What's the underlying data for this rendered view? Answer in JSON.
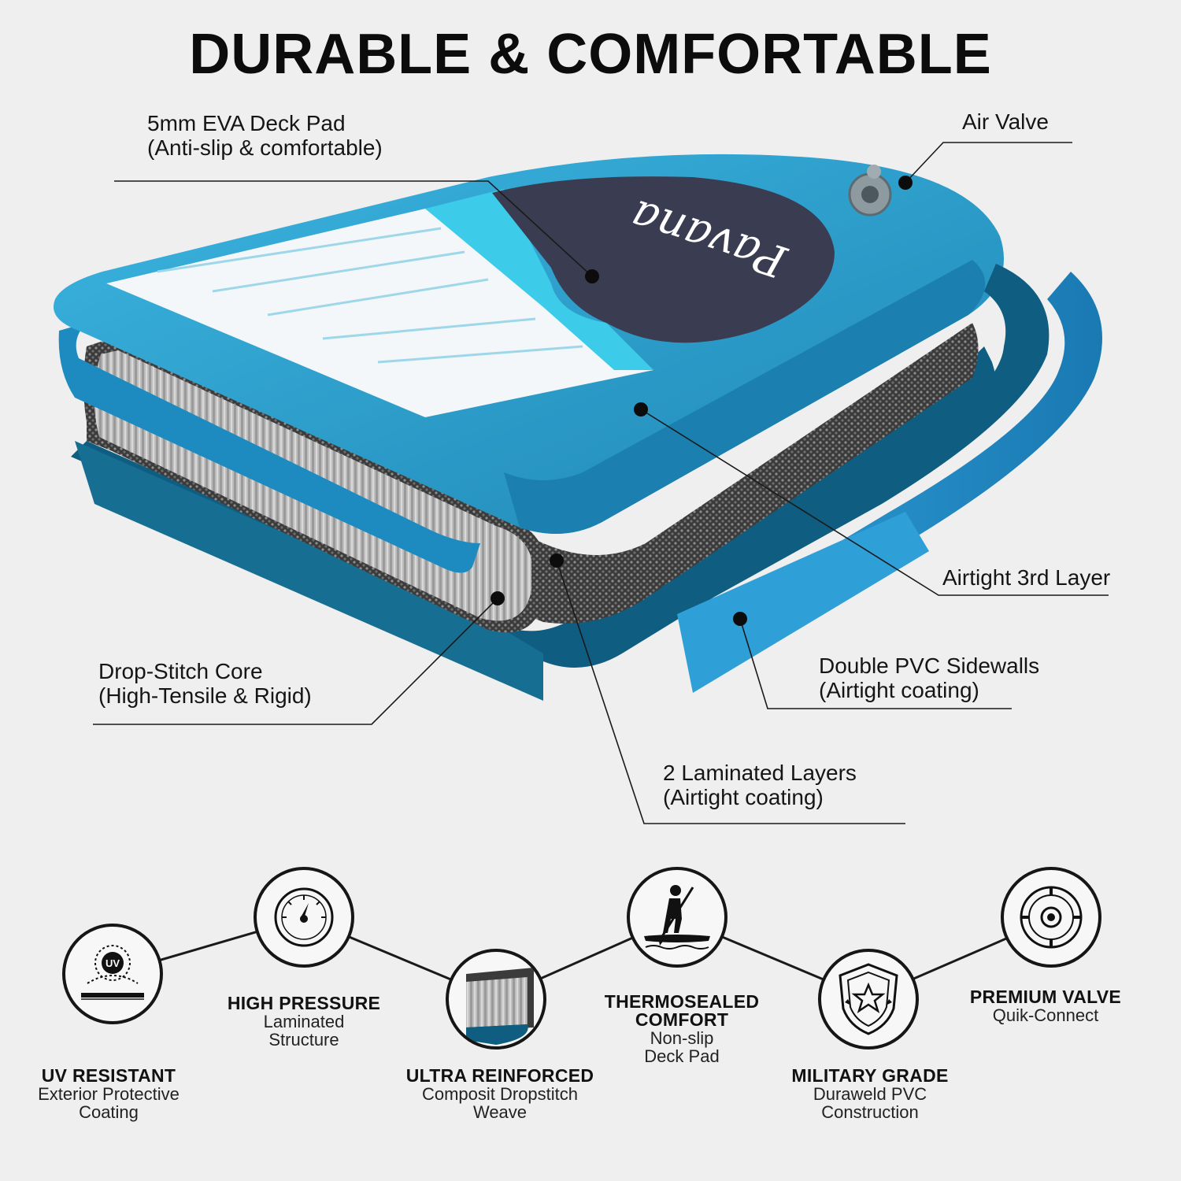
{
  "title": "DURABLE & COMFORTABLE",
  "brand_logo": "Pavana",
  "callouts": {
    "deck_pad": {
      "line1": "5mm EVA Deck Pad",
      "line2": "(Anti-slip & comfortable)"
    },
    "air_valve": {
      "line1": "Air Valve"
    },
    "third_layer": {
      "line1": "Airtight 3rd Layer"
    },
    "sidewalls": {
      "line1": "Double PVC Sidewalls",
      "line2": "(Airtight coating)"
    },
    "core": {
      "line1": "Drop-Stitch Core",
      "line2": "(High-Tensile & Rigid)"
    },
    "laminated": {
      "line1": "2 Laminated Layers",
      "line2": "(Airtight coating)"
    }
  },
  "features": [
    {
      "title": "UV RESISTANT",
      "sub1": "Exterior Protective",
      "sub2": "Coating",
      "icon": "uv-icon",
      "badge": "UV"
    },
    {
      "title": "HIGH PRESSURE",
      "sub1": "Laminated",
      "sub2": "Structure",
      "icon": "pressure-gauge-icon"
    },
    {
      "title": "ULTRA REINFORCED",
      "sub1": "Composit Dropstitch",
      "sub2": "Weave",
      "icon": "dropstitch-icon"
    },
    {
      "title": "THERMOSEALED",
      "title2": "COMFORT",
      "sub1": "Non-slip",
      "sub2": "Deck Pad",
      "icon": "paddler-icon"
    },
    {
      "title": "MILITARY GRADE",
      "sub1": "Duraweld PVC",
      "sub2": "Construction",
      "icon": "shield-star-icon"
    },
    {
      "title": "PREMIUM VALVE",
      "sub1": "Quik-Connect",
      "icon": "valve-icon"
    }
  ],
  "colors": {
    "board_blue": "#2a9bc9",
    "board_dark": "#0f5d80",
    "deck_dark": "#3a3c52",
    "stripe_cyan": "#33c8e6",
    "background": "#efefef"
  }
}
